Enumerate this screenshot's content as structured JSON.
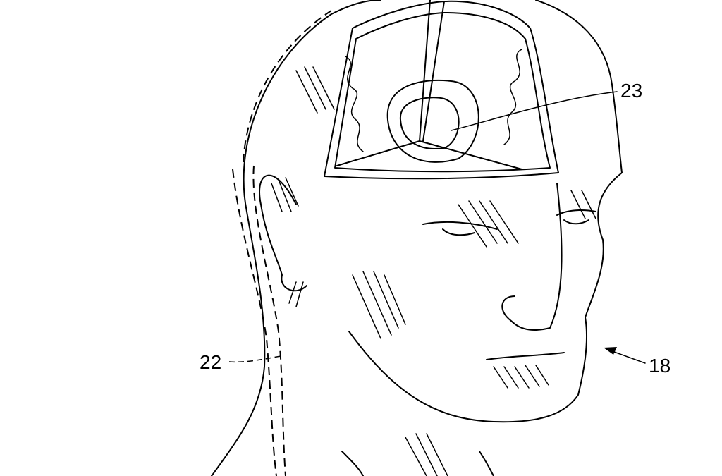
{
  "figure": {
    "labels": {
      "brain_target": "23",
      "dashed_line": "22",
      "head": "18"
    }
  }
}
